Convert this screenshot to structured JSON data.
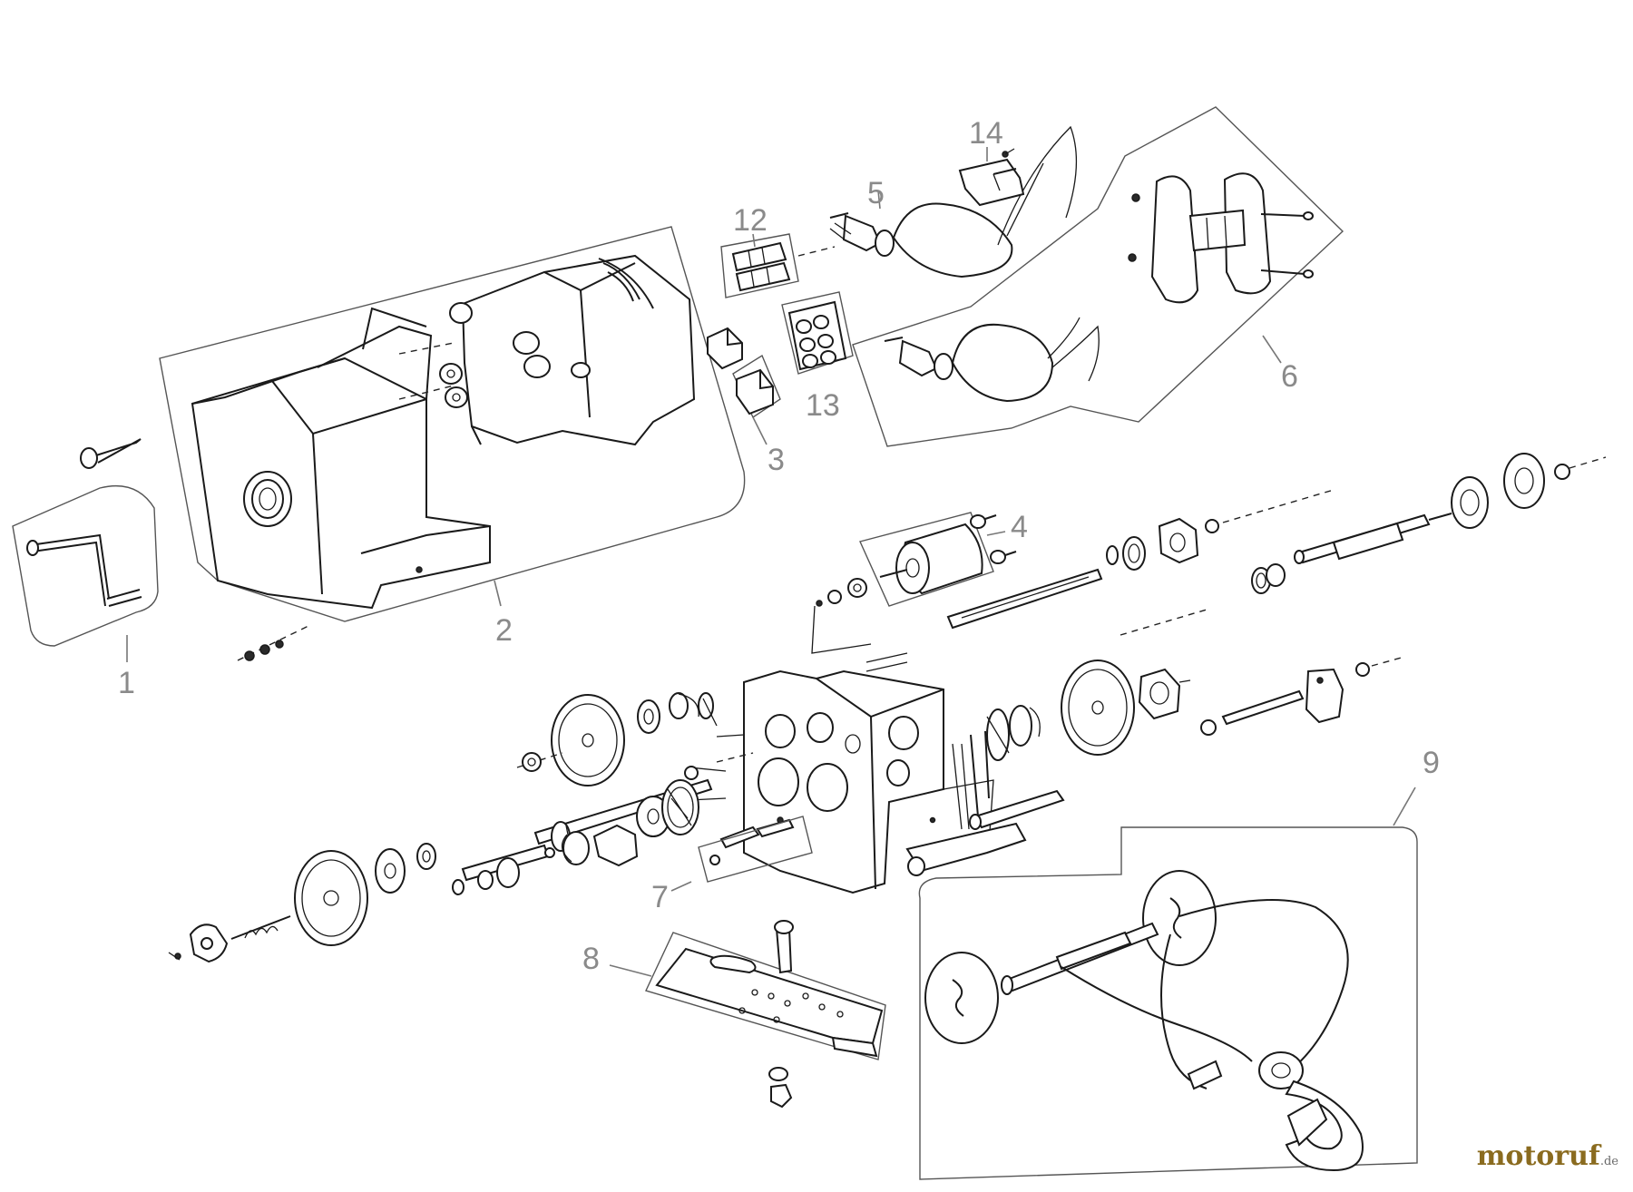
{
  "diagram": {
    "part_labels": {
      "p1": "1",
      "p2": "2",
      "p3": "3",
      "p4": "4",
      "p5": "5",
      "p6": "6",
      "p7": "7",
      "p8": "8",
      "p9": "9",
      "p12": "12",
      "p13": "13",
      "p14": "14"
    },
    "watermark": {
      "main": "motoruf",
      "tld": ".de"
    }
  }
}
